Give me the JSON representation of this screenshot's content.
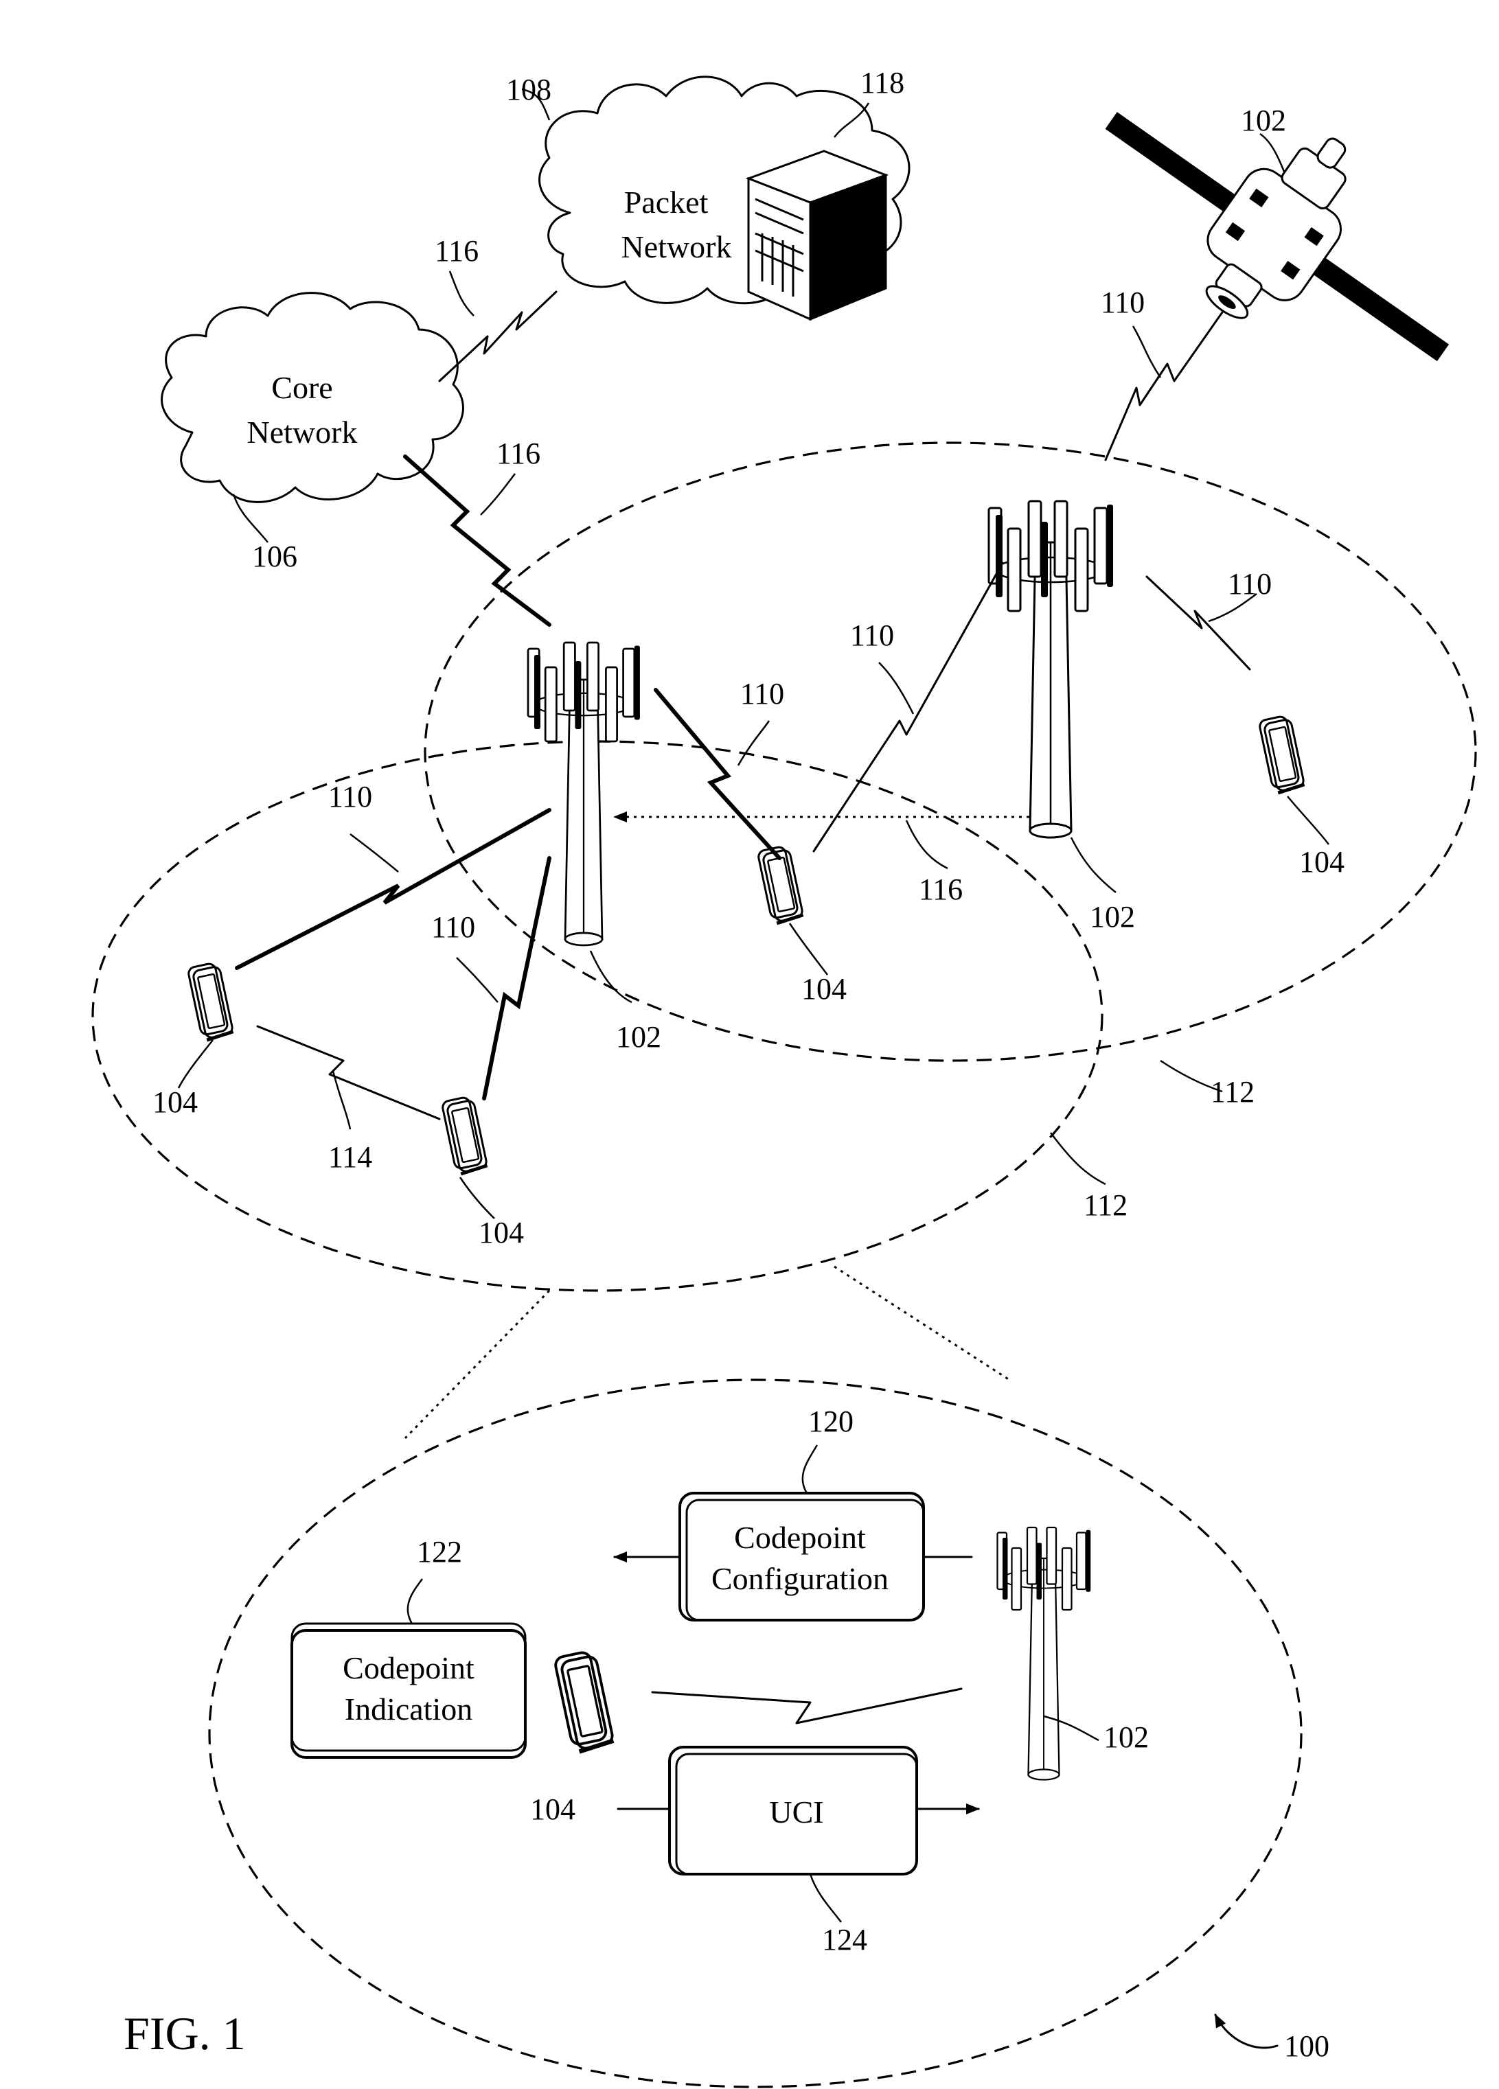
{
  "figure": {
    "caption": "FIG. 1",
    "ref_number": "100"
  },
  "clouds": {
    "packet_network": {
      "line1": "Packet",
      "line2": "Network",
      "ref": "108"
    },
    "core_network": {
      "line1": "Core",
      "line2": "Network",
      "ref": "106"
    }
  },
  "server": {
    "ref": "118"
  },
  "satellite": {
    "ref": "102"
  },
  "links": {
    "backhaul_packet_core": "116",
    "backhaul_core_bs": "116",
    "backhaul_bs_bs": "116",
    "sat_to_bs": "110",
    "bs_right_to_ue": "110",
    "bs_right_to_ue_center": "110",
    "bs_left_to_ue_center": "110",
    "bs_left_to_ue_left": "110",
    "bs_left_to_ue_bottom": "110",
    "sidelink": "114"
  },
  "base_stations": {
    "left": {
      "ref": "102"
    },
    "right": {
      "ref": "102"
    },
    "zoom": {
      "ref": "102"
    }
  },
  "ues": {
    "right": {
      "ref": "104"
    },
    "center": {
      "ref": "104"
    },
    "left": {
      "ref": "104"
    },
    "bottom": {
      "ref": "104"
    },
    "zoom": {
      "ref": "104"
    }
  },
  "coverage_areas": {
    "right": {
      "ref": "112"
    },
    "left": {
      "ref": "112"
    }
  },
  "zoom_boxes": {
    "codepoint_configuration": {
      "line1": "Codepoint",
      "line2": "Configuration",
      "ref": "120"
    },
    "codepoint_indication": {
      "line1": "Codepoint",
      "line2": "Indication",
      "ref": "122"
    },
    "uci": {
      "label": "UCI",
      "ref": "124"
    }
  }
}
